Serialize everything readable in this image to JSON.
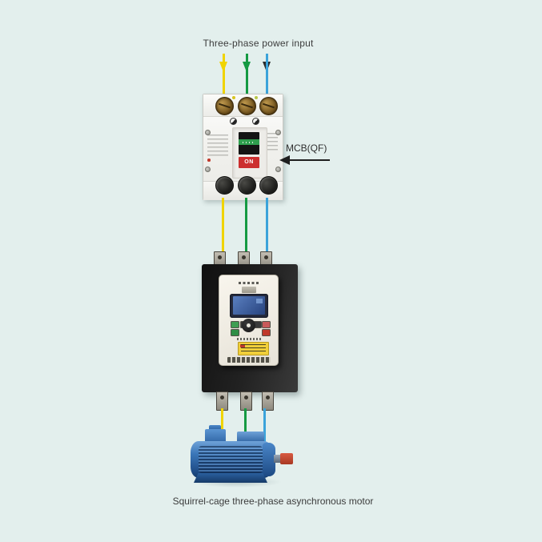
{
  "background_color": "#e3efed",
  "labels": {
    "power_input": "Three-phase power input",
    "breaker_callout": "MCB(QF)",
    "motor_caption": "Squirrel-cage three-phase asynchronous motor"
  },
  "phases": [
    {
      "id": "phase-1",
      "wire_color": "#f0d400",
      "arrowhead_color": "#f0d400"
    },
    {
      "id": "phase-2",
      "wire_color": "#159a43",
      "arrowhead_color": "#159a43"
    },
    {
      "id": "phase-3",
      "wire_color": "#3ba3da",
      "arrowhead_color": "#2b2b2b"
    }
  ],
  "breaker": {
    "type": "molded-case-circuit-breaker",
    "switch_state_label": "ON",
    "body_color": "#f4f3ef",
    "top_terminal_color": "#7a5a22",
    "bottom_terminal_color": "#1c1c1a",
    "switch_green": "#2f9e4e",
    "switch_red": "#cc2f2f"
  },
  "soft_starter": {
    "type": "soft-starter",
    "body_color": "#1c1c1c",
    "panel_color": "#f2efe7",
    "display_color": "#3a5fa8",
    "warning_label_color": "#f1cf3a",
    "key_colors": {
      "run": "#3f9e52",
      "stop": "#c0392b"
    }
  },
  "motor": {
    "type": "squirrel-cage-three-phase-asynchronous-motor",
    "body_color": "#2f6fb5",
    "shaft_tip_color": "#c0392b"
  }
}
